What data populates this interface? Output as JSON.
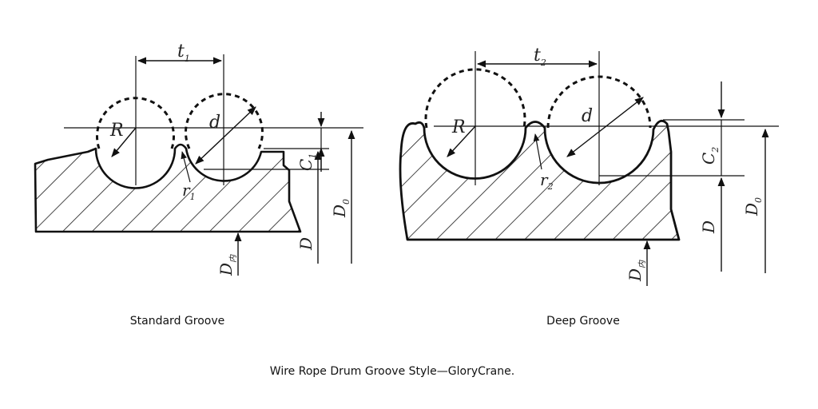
{
  "left_figure": {
    "caption": "Standard Groove",
    "labels": {
      "pitch": "t",
      "pitch_sub": "1",
      "radius": "R",
      "rope_dia": "d",
      "fillet": "r",
      "fillet_sub": "1",
      "groove_depth": "C",
      "groove_depth_sub": "1",
      "drum_dia": "D",
      "outer_dia": "D",
      "outer_dia_sub": "0",
      "inner_dia": "D",
      "inner_dia_sub": "内"
    }
  },
  "right_figure": {
    "caption": "Deep Groove",
    "labels": {
      "pitch": "t",
      "pitch_sub": "2",
      "radius": "R",
      "rope_dia": "d",
      "fillet": "r",
      "fillet_sub": "2",
      "groove_depth": "C",
      "groove_depth_sub": "2",
      "drum_dia": "D",
      "outer_dia": "D",
      "outer_dia_sub": "0",
      "inner_dia": "D",
      "inner_dia_sub": "内"
    }
  },
  "footer": {
    "title": "Wire Rope Drum Groove Style—GloryCrane."
  }
}
